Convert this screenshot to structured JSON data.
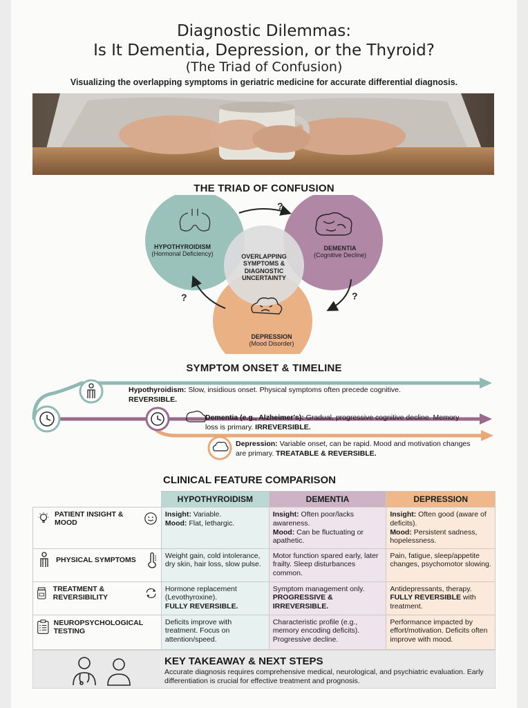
{
  "header": {
    "title_line1": "Diagnostic Dilemmas:",
    "title_line2": "Is It Dementia, Depression, or the Thyroid?",
    "title_line3": "(The Triad of Confusion)",
    "subtitle": "Visualizing the overlapping symptoms in geriatric medicine for accurate differential diagnosis."
  },
  "triad": {
    "heading": "THE TRIAD OF CONFUSION",
    "question_mark": "?",
    "hypo_title": "HYPOTHYROIDISM",
    "hypo_sub": "(Hormonal Deficiency)",
    "dementia_title": "DEMENTIA",
    "dementia_sub": "(Cognitive Decline)",
    "depression_title": "DEPRESSION",
    "depression_sub": "(Mood Disorder)",
    "center": "OVERLAPPING SYMPTOMS & DIAGNOSTIC UNCERTAINTY",
    "colors": {
      "hypo": "#8fbab3",
      "dementia": "#a97a9c",
      "depression": "#e8a877",
      "center": "#d9d9d9"
    }
  },
  "timeline": {
    "heading": "SYMPTOM ONSET & TIMELINE",
    "hypo_label": "Hypothyroidism:",
    "hypo_text": " Slow, insidious onset. Physical symptoms often precede cognitive.",
    "hypo_strong": "REVERSIBLE.",
    "dementia_label": "Dementia (e.g., Alzheimer's):",
    "dementia_text": " Gradual, progressive cognitive decline. Memory loss is primary. ",
    "dementia_strong": "IRREVERSIBLE.",
    "depression_label": "Depression:",
    "depression_text": " Variable onset, can be rapid. Mood and motivation changes are primary. ",
    "depression_strong": "TREATABLE & REVERSIBLE."
  },
  "comparison": {
    "heading": "CLINICAL FEATURE COMPARISON",
    "columns": [
      "HYPOTHYROIDISM",
      "DEMENTIA",
      "DEPRESSION"
    ],
    "rows": [
      {
        "label": "PATIENT INSIGHT & MOOD",
        "hypo_a_b": "Insight:",
        "hypo_a": " Variable.",
        "hypo_b_b": "Mood:",
        "hypo_b": " Flat, lethargic.",
        "dem_a_b": "Insight:",
        "dem_a": " Often poor/lacks awareness.",
        "dem_b_b": "Mood:",
        "dem_b": " Can be fluctuating or apathetic.",
        "dep_a_b": "Insight:",
        "dep_a": " Often good (aware of deficits).",
        "dep_b_b": "Mood:",
        "dep_b": " Persistent sadness, hopelessness."
      },
      {
        "label": "PHYSICAL SYMPTOMS",
        "hypo": "Weight gain, cold intolerance, dry skin, hair loss, slow pulse.",
        "dem": "Motor function spared early, later frailty. Sleep disturbances common.",
        "dep": "Pain, fatigue, sleep/appetite changes, psychomotor slowing."
      },
      {
        "label": "TREATMENT & REVERSIBILITY",
        "hypo": "Hormone replacement (Levothyroxine).",
        "hypo_strong": "FULLY REVERSIBLE.",
        "dem": "Symptom management only.",
        "dem_strong": "PROGRESSIVE & IRREVERSIBLE.",
        "dep": "Antidepressants, therapy.",
        "dep_strong": "FULLY REVERSIBLE",
        "dep_tail": " with treatment."
      },
      {
        "label": "NEUROPSYCHOLOGICAL TESTING",
        "hypo": "Deficits improve with treatment. Focus on attention/speed.",
        "dem": "Characteristic profile (e.g., memory encoding deficits). Progressive decline.",
        "dep": "Performance impacted by effort/motivation. Deficits often improve with mood."
      }
    ],
    "colors": {
      "hypo_head": "#bcd8d3",
      "hypo_cell": "#e7f1ef",
      "dem_head": "#cdb3c6",
      "dem_cell": "#efe4ec",
      "dep_head": "#f0b888",
      "dep_cell": "#fbeadb"
    }
  },
  "takeaway": {
    "heading": "KEY TAKEAWAY & NEXT STEPS",
    "text": "Accurate diagnosis requires comprehensive medical, neurological, and psychiatric evaluation. Early differentiation is crucial for effective treatment and prognosis."
  }
}
